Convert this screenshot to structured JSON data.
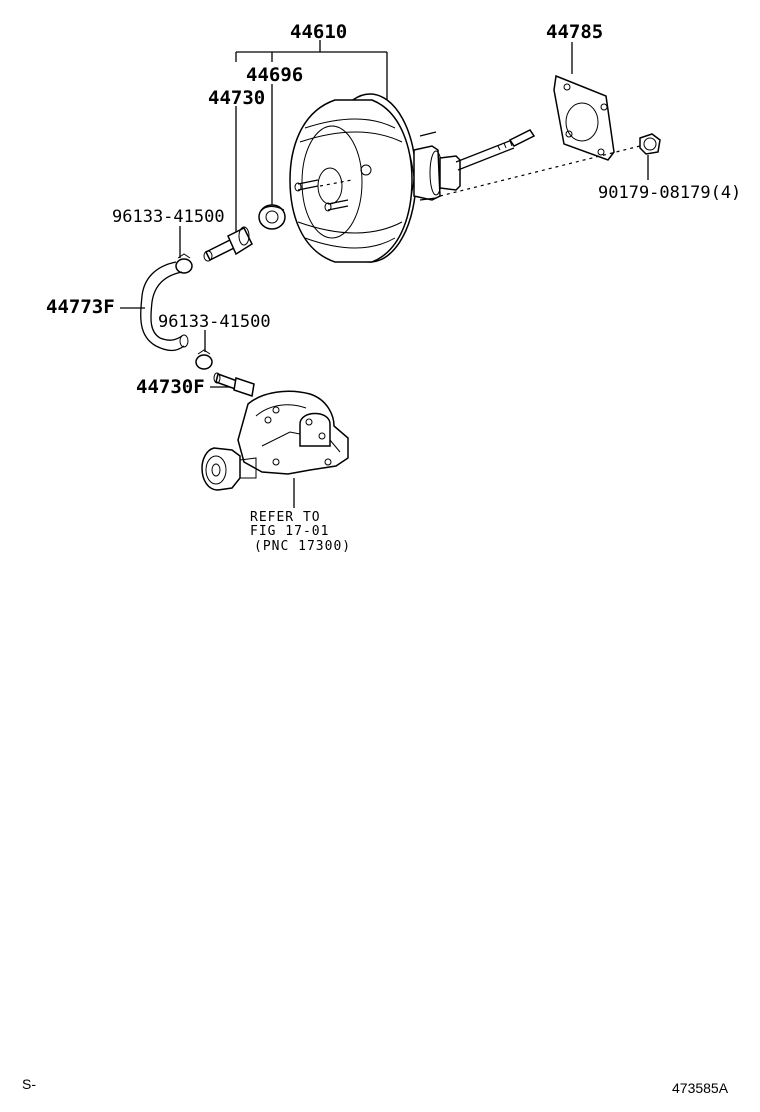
{
  "labels": {
    "booster_assy": "44610",
    "gasket": "44785",
    "grommet": "44696",
    "union_upper": "44730",
    "clip_upper": "96133-41500",
    "hose": "44773F",
    "clip_lower": "96133-41500",
    "union_lower": "44730F",
    "nut": "90179-08179(4)"
  },
  "refer": {
    "line1": "REFER TO",
    "line2": "FIG 17-01",
    "line3": "(PNC 17300)"
  },
  "footer": {
    "left": "S-",
    "right": "473585A"
  }
}
